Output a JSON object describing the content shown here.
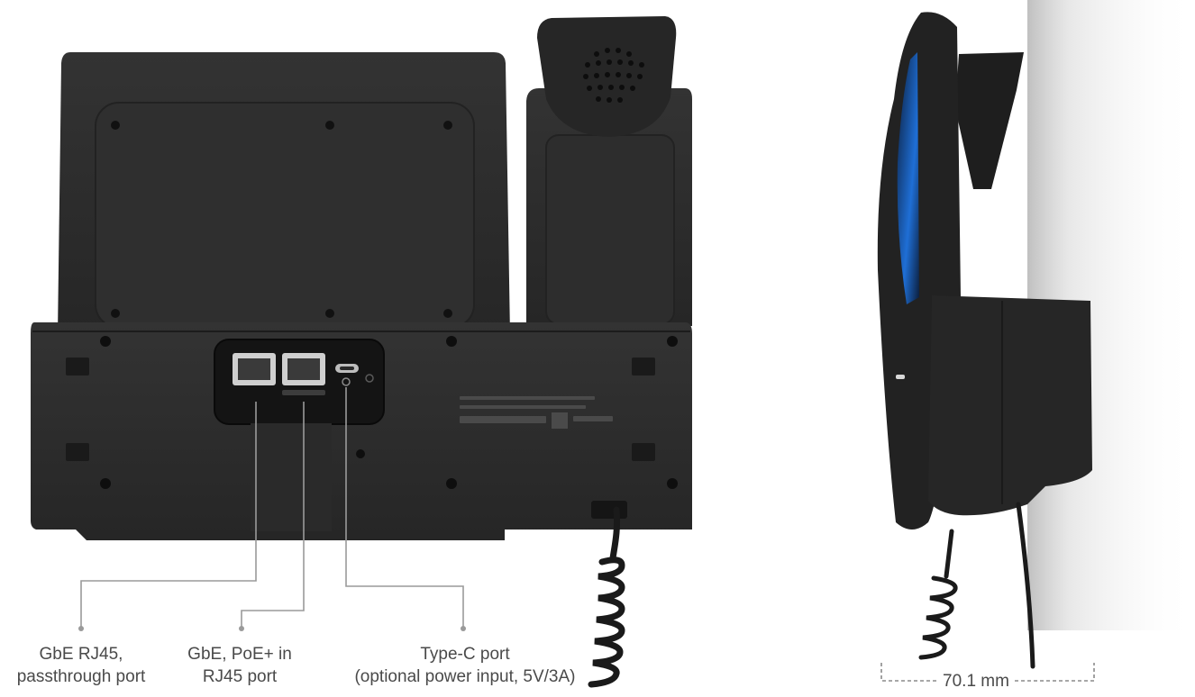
{
  "labels": {
    "passthrough_port": [
      "GbE RJ45,",
      "passthrough port"
    ],
    "poe_port": [
      "GbE, PoE+ in",
      "RJ45 port"
    ],
    "typec_port": [
      "Type-C port",
      "(optional power input, 5V/3A)"
    ]
  },
  "dimensions": {
    "depth": "70.1 mm"
  },
  "colors": {
    "device_body": "#2b2b2b",
    "device_dark": "#1f1f1f",
    "callout_line": "#9a9a9a",
    "screen_accent": "#1f6fd6",
    "label_text": "#4a4a4a"
  }
}
